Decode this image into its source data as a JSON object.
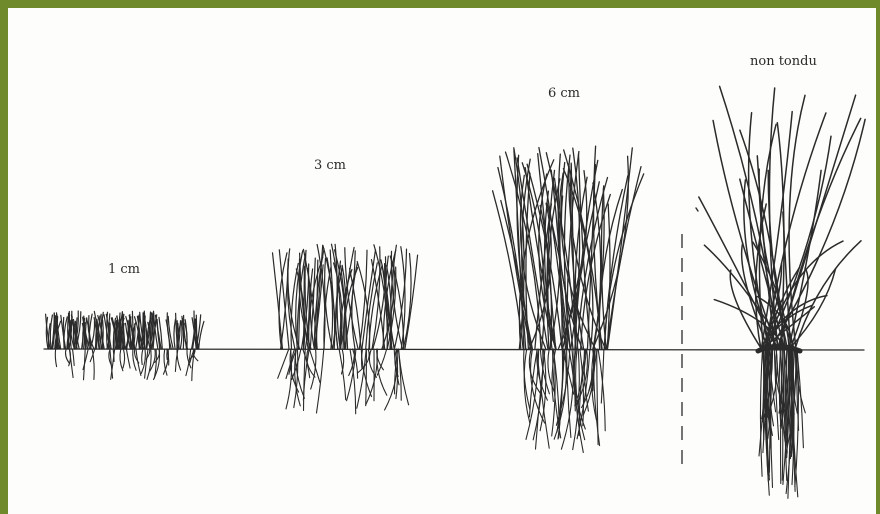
{
  "diagram": {
    "labels": {
      "h1": "1 cm",
      "h3": "3 cm",
      "h6": "6 cm",
      "uncut": "non tondu"
    },
    "ink_color": "#2b2b2b",
    "frame_color": "#6e8a2a"
  }
}
